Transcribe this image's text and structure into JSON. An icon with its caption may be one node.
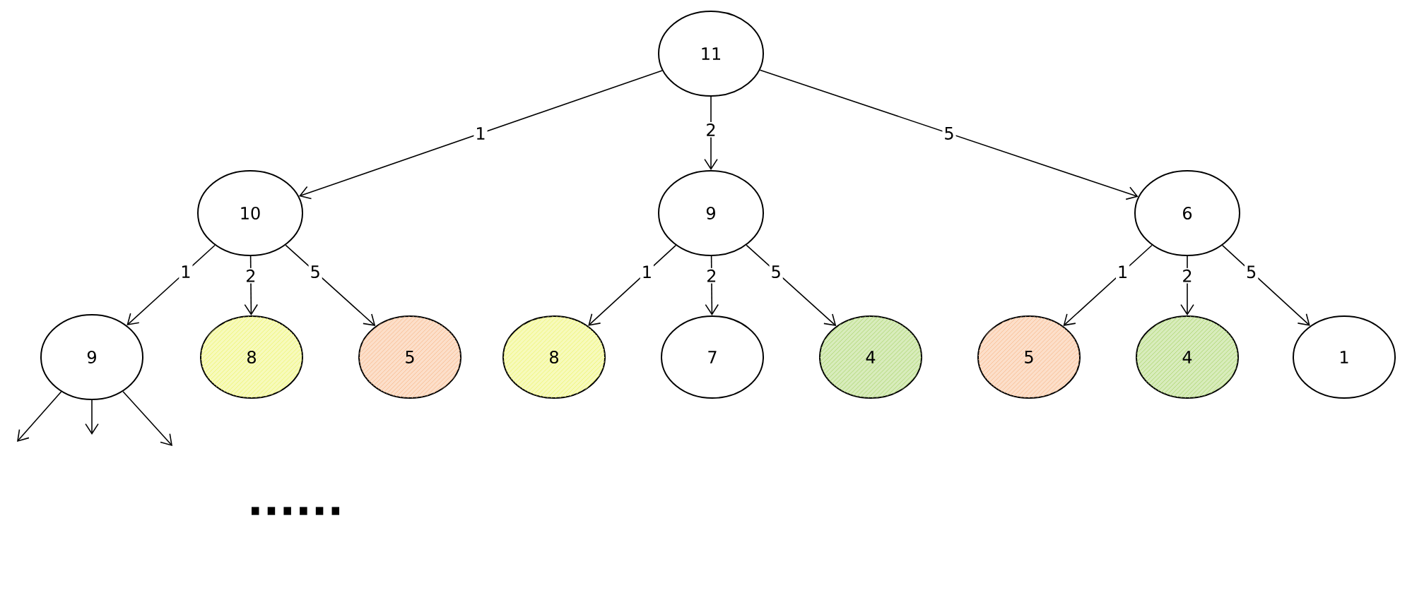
{
  "diagram": {
    "nodes": [
      {
        "text": [
          "11"
        ]
      },
      {
        "text": [
          "10"
        ]
      },
      {
        "text": [
          "9"
        ]
      },
      {
        "text": [
          "6"
        ]
      },
      {
        "text": [
          "9"
        ]
      },
      {
        "text": [
          "8"
        ]
      },
      {
        "text": [
          "5"
        ]
      },
      {
        "text": [
          "8"
        ]
      },
      {
        "text": [
          "7"
        ]
      },
      {
        "text": [
          "4"
        ]
      },
      {
        "text": [
          "5"
        ]
      },
      {
        "text": [
          "4"
        ]
      },
      {
        "text": [
          "1"
        ]
      }
    ],
    "edges": [
      {
        "from": 0,
        "to": 1,
        "arrow": "to",
        "label": "1"
      },
      {
        "from": 0,
        "to": 2,
        "arrow": "to",
        "label": "2"
      },
      {
        "from": 0,
        "to": 3,
        "arrow": "to",
        "label": "5"
      },
      {
        "from": 1,
        "to": 4,
        "arrow": "to",
        "label": "1"
      },
      {
        "from": 1,
        "to": 5,
        "arrow": "to",
        "label": "2"
      },
      {
        "from": 1,
        "to": 6,
        "arrow": "to",
        "label": "5"
      },
      {
        "from": 2,
        "to": 7,
        "arrow": "to",
        "label": "1"
      },
      {
        "from": 2,
        "to": 8,
        "arrow": "to",
        "label": "2"
      },
      {
        "from": 2,
        "to": 9,
        "arrow": "to",
        "label": "5"
      },
      {
        "from": 3,
        "to": 10,
        "arrow": "to",
        "label": "1"
      },
      {
        "from": 3,
        "to": 11,
        "arrow": "to",
        "label": "2"
      },
      {
        "from": 3,
        "to": 12,
        "arrow": "to",
        "label": "5"
      },
      {
        "from": 4,
        "to": null,
        "arrow": "to"
      },
      {
        "from": 4,
        "to": null,
        "arrow": "to"
      },
      {
        "from": 4,
        "to": null,
        "arrow": "to"
      }
    ],
    "labels": [
      "......"
    ]
  }
}
